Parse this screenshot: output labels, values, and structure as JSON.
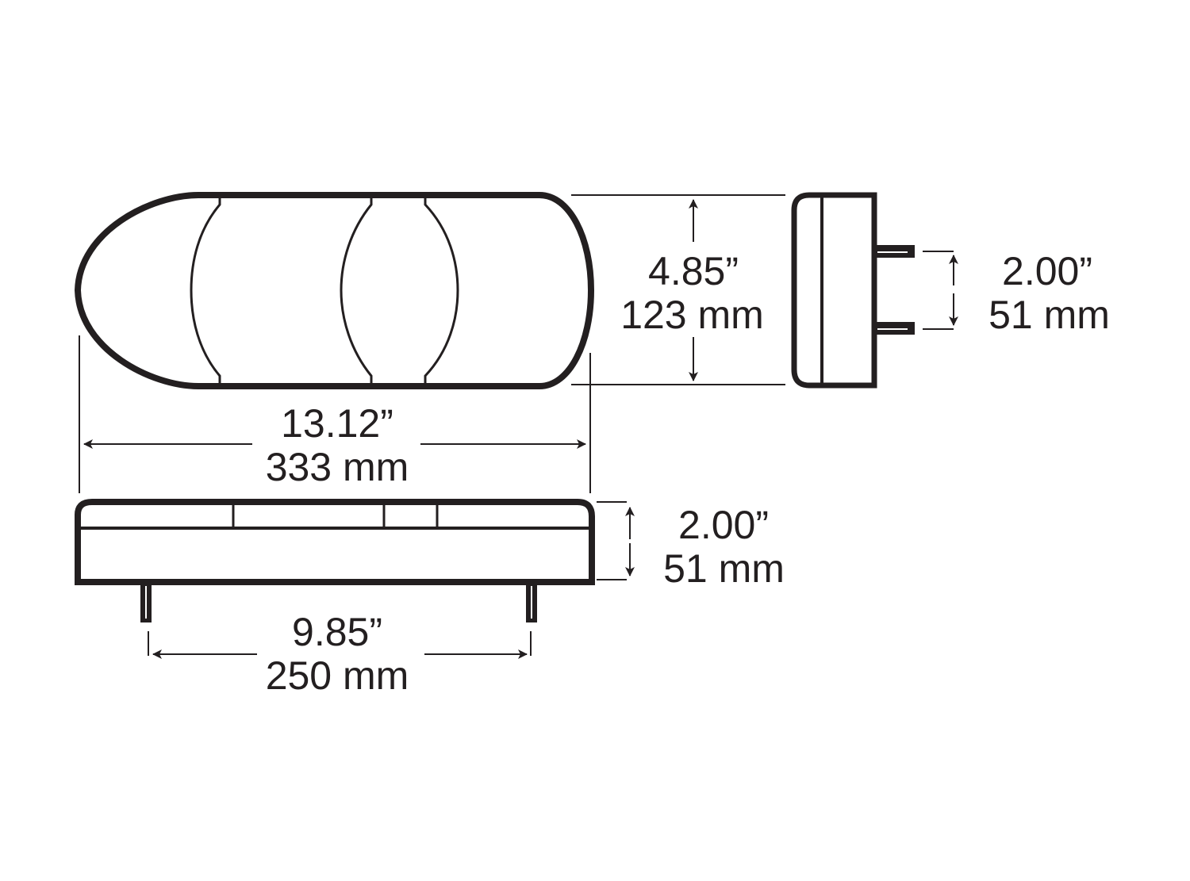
{
  "diagram": {
    "type": "dimension-drawing",
    "subject": "oval combination lamp",
    "line_color": "#231f20",
    "background": "#ffffff"
  },
  "dimensions": {
    "height": {
      "inch": "4.85”",
      "mm": "123 mm"
    },
    "length": {
      "inch": "13.12”",
      "mm": "333 mm"
    },
    "side_stud_spacing": {
      "inch": "2.00”",
      "mm": "51 mm"
    },
    "depth": {
      "inch": "2.00”",
      "mm": "51 mm"
    },
    "bottom_stud_spacing": {
      "inch": "9.85”",
      "mm": "250 mm"
    }
  }
}
